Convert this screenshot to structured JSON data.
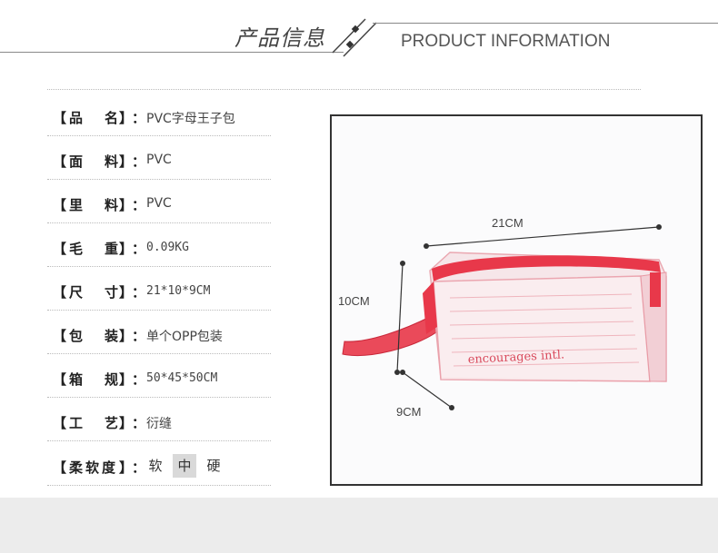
{
  "header": {
    "cn_title": "产品信息",
    "en_title": "PRODUCT INFORMATION"
  },
  "specs": [
    {
      "label_chars": [
        "品",
        "名"
      ],
      "value": "PVC字母王子包"
    },
    {
      "label_chars": [
        "面",
        "料"
      ],
      "value": "PVC"
    },
    {
      "label_chars": [
        "里",
        "料"
      ],
      "value": "PVC"
    },
    {
      "label_chars": [
        "毛",
        "重"
      ],
      "value": "0.09KG"
    },
    {
      "label_chars": [
        "尺",
        "寸"
      ],
      "value": "21*10*9CM"
    },
    {
      "label_chars": [
        "包",
        "装"
      ],
      "value": "单个OPP包装"
    },
    {
      "label_chars": [
        "箱",
        "规"
      ],
      "value": "50*45*50CM"
    },
    {
      "label_chars": [
        "工",
        "艺"
      ],
      "value": "衍缝"
    }
  ],
  "softness": {
    "label_chars": [
      "柔",
      "软",
      "度"
    ],
    "options": [
      "软",
      "中",
      "硬"
    ],
    "selected": "中"
  },
  "brackets": {
    "open": "【",
    "close": "】",
    "colon": "："
  },
  "photo": {
    "dim_length": "21CM",
    "dim_height": "10CM",
    "dim_depth": "9CM",
    "bag_print": "encourages intl.",
    "accent_color": "#e8384a"
  }
}
